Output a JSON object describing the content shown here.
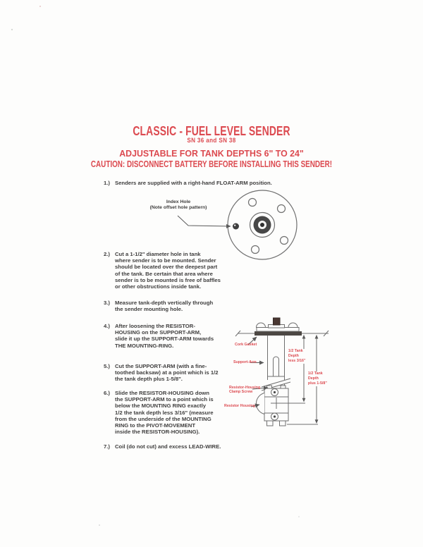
{
  "header": {
    "title": "CLASSIC - FUEL LEVEL SENDER",
    "model": "SN 36 and SN 38",
    "subtitle": "ADJUSTABLE FOR TANK DEPTHS 6\" TO 24\"",
    "caution": "CAUTION: DISCONNECT BATTERY BEFORE INSTALLING THIS SENDER!"
  },
  "colors": {
    "accent_red": "#dc4a50",
    "ink": "#3f3e3e",
    "line": "#6f6f6f"
  },
  "steps": [
    {
      "num": "1.)",
      "text": "Senders are supplied with a right-hand FLOAT-ARM position."
    },
    {
      "num": "2.)",
      "text": "Cut a 1-1/2\" diameter hole in tank\nwhere sender is to be mounted. Sender\nshould be located over the deepest part\nof the tank. Be certain that area where\nsender is to be mounted is free of baffles\nor other obstructions inside tank."
    },
    {
      "num": "3.)",
      "text": "Measure tank-depth vertically through\nthe sender mounting hole."
    },
    {
      "num": "4.)",
      "text": "After loosening the RESISTOR-\nHOUSING on the SUPPORT-ARM,\nslide it up the SUPPORT-ARM towards\nTHE MOUNTING-RING."
    },
    {
      "num": "5.)",
      "text": "Cut the SUPPORT-ARM (with a fine-\ntoothed backsaw) at a point which is 1/2\nthe tank depth plus 1-5/8\"."
    },
    {
      "num": "6.)",
      "text": "Slide the RESISTOR-HOUSING down\nthe SUPPORT-ARM to a point which is\nbelow the MOUNTING RING exactly\n1/2 the tank depth less 3/16\" (measure\nfrom the underside of the MOUNTING\nRING to the PIVOT-MOVEMENT\ninside the RESISTOR-HOUSING)."
    },
    {
      "num": "7.)",
      "text": "Coil (do not cut) and excess LEAD-WIRE."
    }
  ],
  "flange_diagram": {
    "index_hole_label": "Index Hole\n(Note offset hole pattern)"
  },
  "assembly_diagram": {
    "cork_gasket": "Cork Gasket",
    "support_arm": "Support-Arm",
    "clamp_screw": "Resistor-Housing\nClamp Screw",
    "resistor_housing": "Resistor Housing",
    "dim_less": "1/2 Tank\nDepth\nless 3/16\"",
    "dim_plus": "1/2 Tank\nDepth\nplus 1-5/8\""
  }
}
